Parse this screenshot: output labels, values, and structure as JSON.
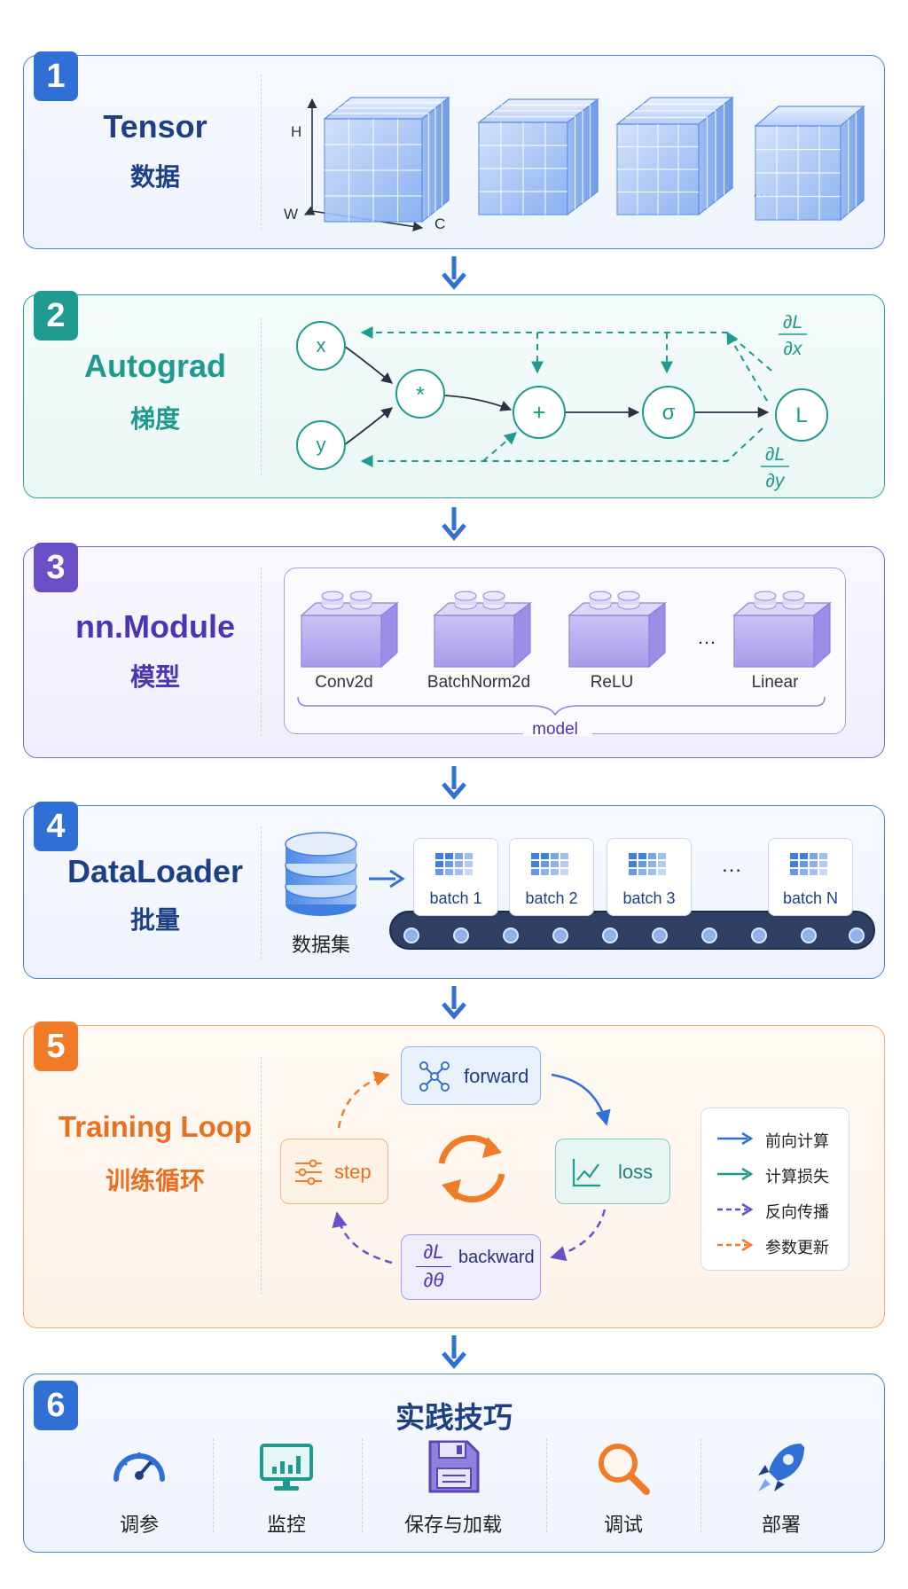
{
  "sections": [
    {
      "number": "1",
      "title": "Tensor",
      "subtitle": "数据"
    },
    {
      "number": "2",
      "title": "Autograd",
      "subtitle": "梯度"
    },
    {
      "number": "3",
      "title": "nn.Module",
      "subtitle": "模型"
    },
    {
      "number": "4",
      "title": "DataLoader",
      "subtitle": "批量"
    },
    {
      "number": "5",
      "title": "Training Loop",
      "subtitle": "训练循环"
    },
    {
      "number": "6",
      "title": "实践技巧"
    }
  ],
  "tensor": {
    "axis_h": "H",
    "axis_w": "W",
    "axis_c": "C",
    "ellipsis": "…"
  },
  "autograd": {
    "nodes": {
      "x": "x",
      "y": "y",
      "mul": "*",
      "add": "+",
      "sigma": "σ",
      "loss": "L"
    },
    "grad_x_num": "∂L",
    "grad_x_den": "∂x",
    "grad_y_num": "∂L",
    "grad_y_den": "∂y"
  },
  "module": {
    "layers": [
      "Conv2d",
      "BatchNorm2d",
      "ReLU",
      "Linear"
    ],
    "ellipsis": "…",
    "group_label": "model"
  },
  "dataloader": {
    "dataset_label": "数据集",
    "batches": [
      "batch 1",
      "batch 2",
      "batch 3",
      "batch N"
    ],
    "ellipsis": "…"
  },
  "training_loop": {
    "forward": "forward",
    "loss": "loss",
    "backward": "backward",
    "step": "step",
    "backward_num": "∂L",
    "backward_den": "∂θ",
    "legend": [
      {
        "label": "前向计算",
        "color": "#2f6fd6",
        "style": "solid"
      },
      {
        "label": "计算损失",
        "color": "#1f9a8f",
        "style": "solid"
      },
      {
        "label": "反向传播",
        "color": "#6a4fc8",
        "style": "dashed"
      },
      {
        "label": "参数更新",
        "color": "#f07c28",
        "style": "dashed"
      }
    ]
  },
  "tips": [
    {
      "label": "调参",
      "icon": "gauge-icon"
    },
    {
      "label": "监控",
      "icon": "monitor-icon"
    },
    {
      "label": "保存与加载",
      "icon": "floppy-disk-icon"
    },
    {
      "label": "调试",
      "icon": "magnifier-icon"
    },
    {
      "label": "部署",
      "icon": "rocket-icon"
    }
  ],
  "colors": {
    "blue": "#2f6fd6",
    "teal": "#1f9a8f",
    "purple": "#6a4fc8",
    "orange": "#f07c28",
    "navy": "#1c3f86"
  }
}
